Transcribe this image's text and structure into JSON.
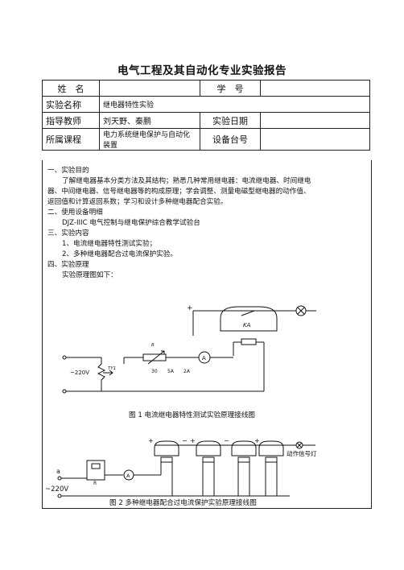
{
  "report_title": "电气工程及其自动化专业实验报告",
  "info_table": {
    "name_label": "姓　名",
    "student_id_label": "学　号",
    "experiment_name_label": "实验名称",
    "experiment_name_value": "继电器特性实验",
    "instructor_label": "指导教师",
    "instructor_value": "刘天野、秦鹏",
    "date_label": "实验日期",
    "course_label": "所属课程",
    "course_value": "电力系统继电保护与自动化装置",
    "device_no_label": "设备台号"
  },
  "sections": {
    "purpose_heading": "一、实验目的",
    "purpose_lines": [
      "了解继电器基本分类方法及其结构；熟悉几种常用继电器：电流继电器、时间继电",
      "器、中间继电器、信号继电器等的构成原理；学会调整、测量电磁型继电器的动作值、",
      "返回值和计算返回系数；学习和设计多种继电器配合实验。"
    ],
    "equipment_heading": "二、使用设备明细",
    "equipment_line": "DJZ-IIIC 电气控制与继电保护综合教学试验台",
    "content_heading": "三、实验内容",
    "content_items": [
      "1、电流继电器特性测试实验；",
      "2、多种继电器配合过电流保护实验。"
    ],
    "principle_heading": "四、实验原理",
    "principle_intro": "实验原理图如下："
  },
  "figure1": {
    "caption": "图 1  电流继电器特性测试实验原理接线图",
    "plus": "+",
    "relay_label": "KA",
    "rheostat_label": "R",
    "ammeter": "A",
    "source": "~220V",
    "transformer": "TY1",
    "taps": [
      "30",
      "5A",
      "2A"
    ]
  },
  "figure2": {
    "caption": "图 2   多种继电器配合过电流保护实验原理接线图",
    "lamp_label": "动作信号灯",
    "plus_marks": [
      "+",
      "+",
      "+"
    ],
    "minus_marks": [
      "−",
      "−"
    ],
    "ammeter": "A",
    "terminal_a": "a",
    "source": "~220V",
    "r_label": "R"
  }
}
